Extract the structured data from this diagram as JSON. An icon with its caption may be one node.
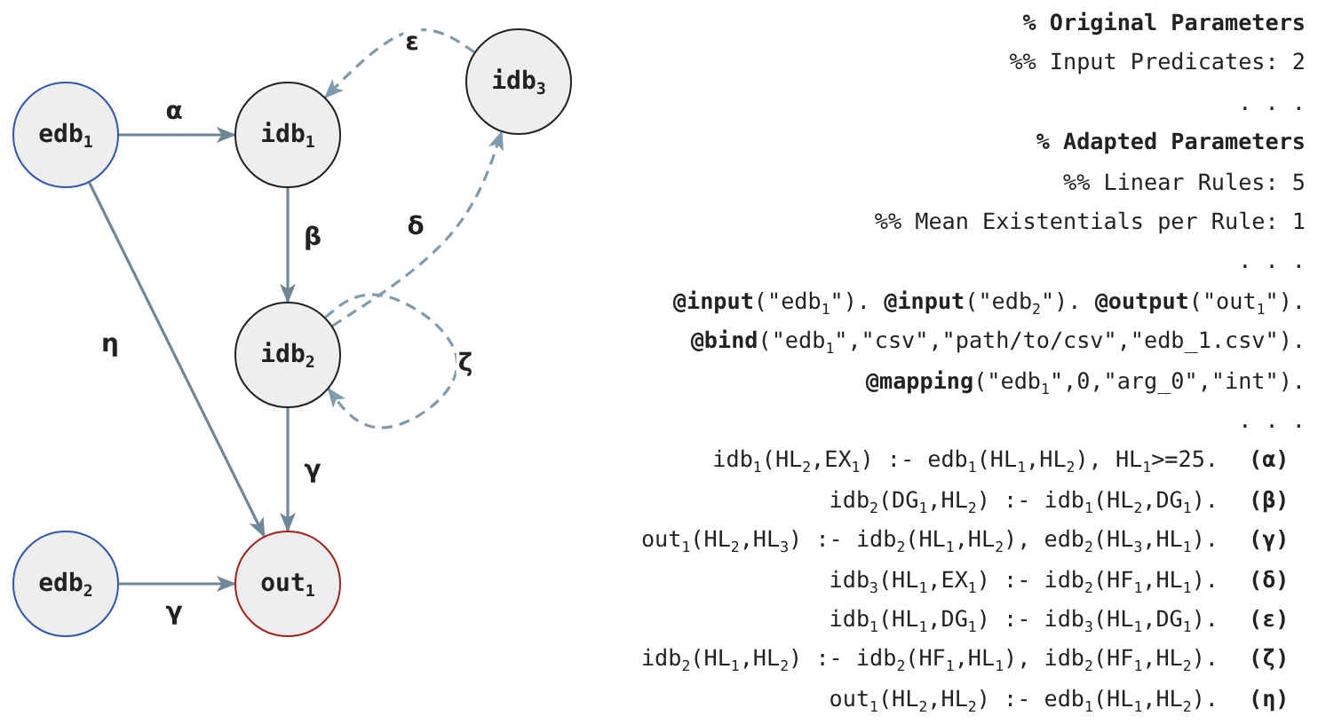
{
  "diagram": {
    "nodes": [
      {
        "text": [
          "edb$_{1}$"
        ]
      },
      {
        "text": [
          "idb$_{1}$"
        ]
      },
      {
        "text": [
          "idb$_{3}$"
        ]
      },
      {
        "text": [
          "idb$_{2}$"
        ]
      },
      {
        "text": [
          "edb$_{2}$"
        ]
      },
      {
        "text": [
          "out$_{1}$"
        ]
      }
    ],
    "edges": [
      {
        "from": 0,
        "to": 1,
        "arrow": "to",
        "label": "α"
      },
      {
        "from": 3,
        "to": 2,
        "arrow": "to",
        "label": "δ",
        "style": "dashed"
      },
      {
        "from": 2,
        "to": 1,
        "arrow": "to",
        "label": "ε",
        "style": "dashed"
      },
      {
        "from": 1,
        "to": 3,
        "arrow": "to",
        "label": "β"
      },
      {
        "from": 3,
        "to": 3,
        "arrow": "to",
        "label": "ζ",
        "style": "dashed"
      },
      {
        "from": 0,
        "to": 5,
        "arrow": "to",
        "label": "η"
      },
      {
        "from": 3,
        "to": 5,
        "arrow": "to",
        "label": "γ"
      },
      {
        "from": 4,
        "to": 5,
        "arrow": "to",
        "label": "γ"
      }
    ],
    "labels": [
      "% Original Parameters",
      "%% Input Predicates: 2",
      ". . .",
      "% Adapted Parameters",
      "%% Linear Rules: 5",
      "%% Mean Existentials per Rule: 1",
      ". . .",
      "**@input**(\"edb$_{1}$\"). **@input**(\"edb$_{2}$\"). **@output**(\"out$_{1}$\").",
      "**@bind**(\"edb$_{1}$\",\"csv\",\"path/to/csv\",\"edb_1.csv\").",
      "**@mapping**(\"edb$_{1}$\",0,\"arg_0\",\"int\").",
      ". . .",
      "idb$_{1}$(HL$_{2}$,EX$_{1}$) :- edb$_{1}$(HL$_{1}$,HL$_{2}$), HL$_{1}$>=25.",
      "(α)",
      "idb$_{2}$(DG$_{1}$,HL$_{2}$) :- idb$_{1}$(HL$_{2}$,DG$_{1}$).",
      "(β)",
      "out$_{1}$(HL$_{2}$,HL$_{3}$) :- idb$_{2}$(HL$_{1}$,HL$_{2}$), edb$_{2}$(HL$_{3}$,HL$_{1}$).",
      "(γ)",
      "idb$_{3}$(HL$_{1}$,EX$_{1}$) :- idb$_{2}$(HF$_{1}$,HL$_{1}$).",
      "(δ)",
      "idb$_{1}$(HL$_{1}$,DG$_{1}$) :- idb$_{3}$(HL$_{1}$,DG$_{1}$).",
      "(ε)",
      "idb$_{2}$(HL$_{1}$,HL$_{2}$) :- idb$_{2}$(HF$_{1}$,HL$_{1}$), idb$_{2}$(HF$_{1}$,HL$_{2}$).",
      "(ζ)",
      "out$_{1}$(HL$_{2}$,HL$_{2}$) :- edb$_{1}$(HL$_{1}$,HL$_{2}$).",
      "(η)"
    ]
  }
}
